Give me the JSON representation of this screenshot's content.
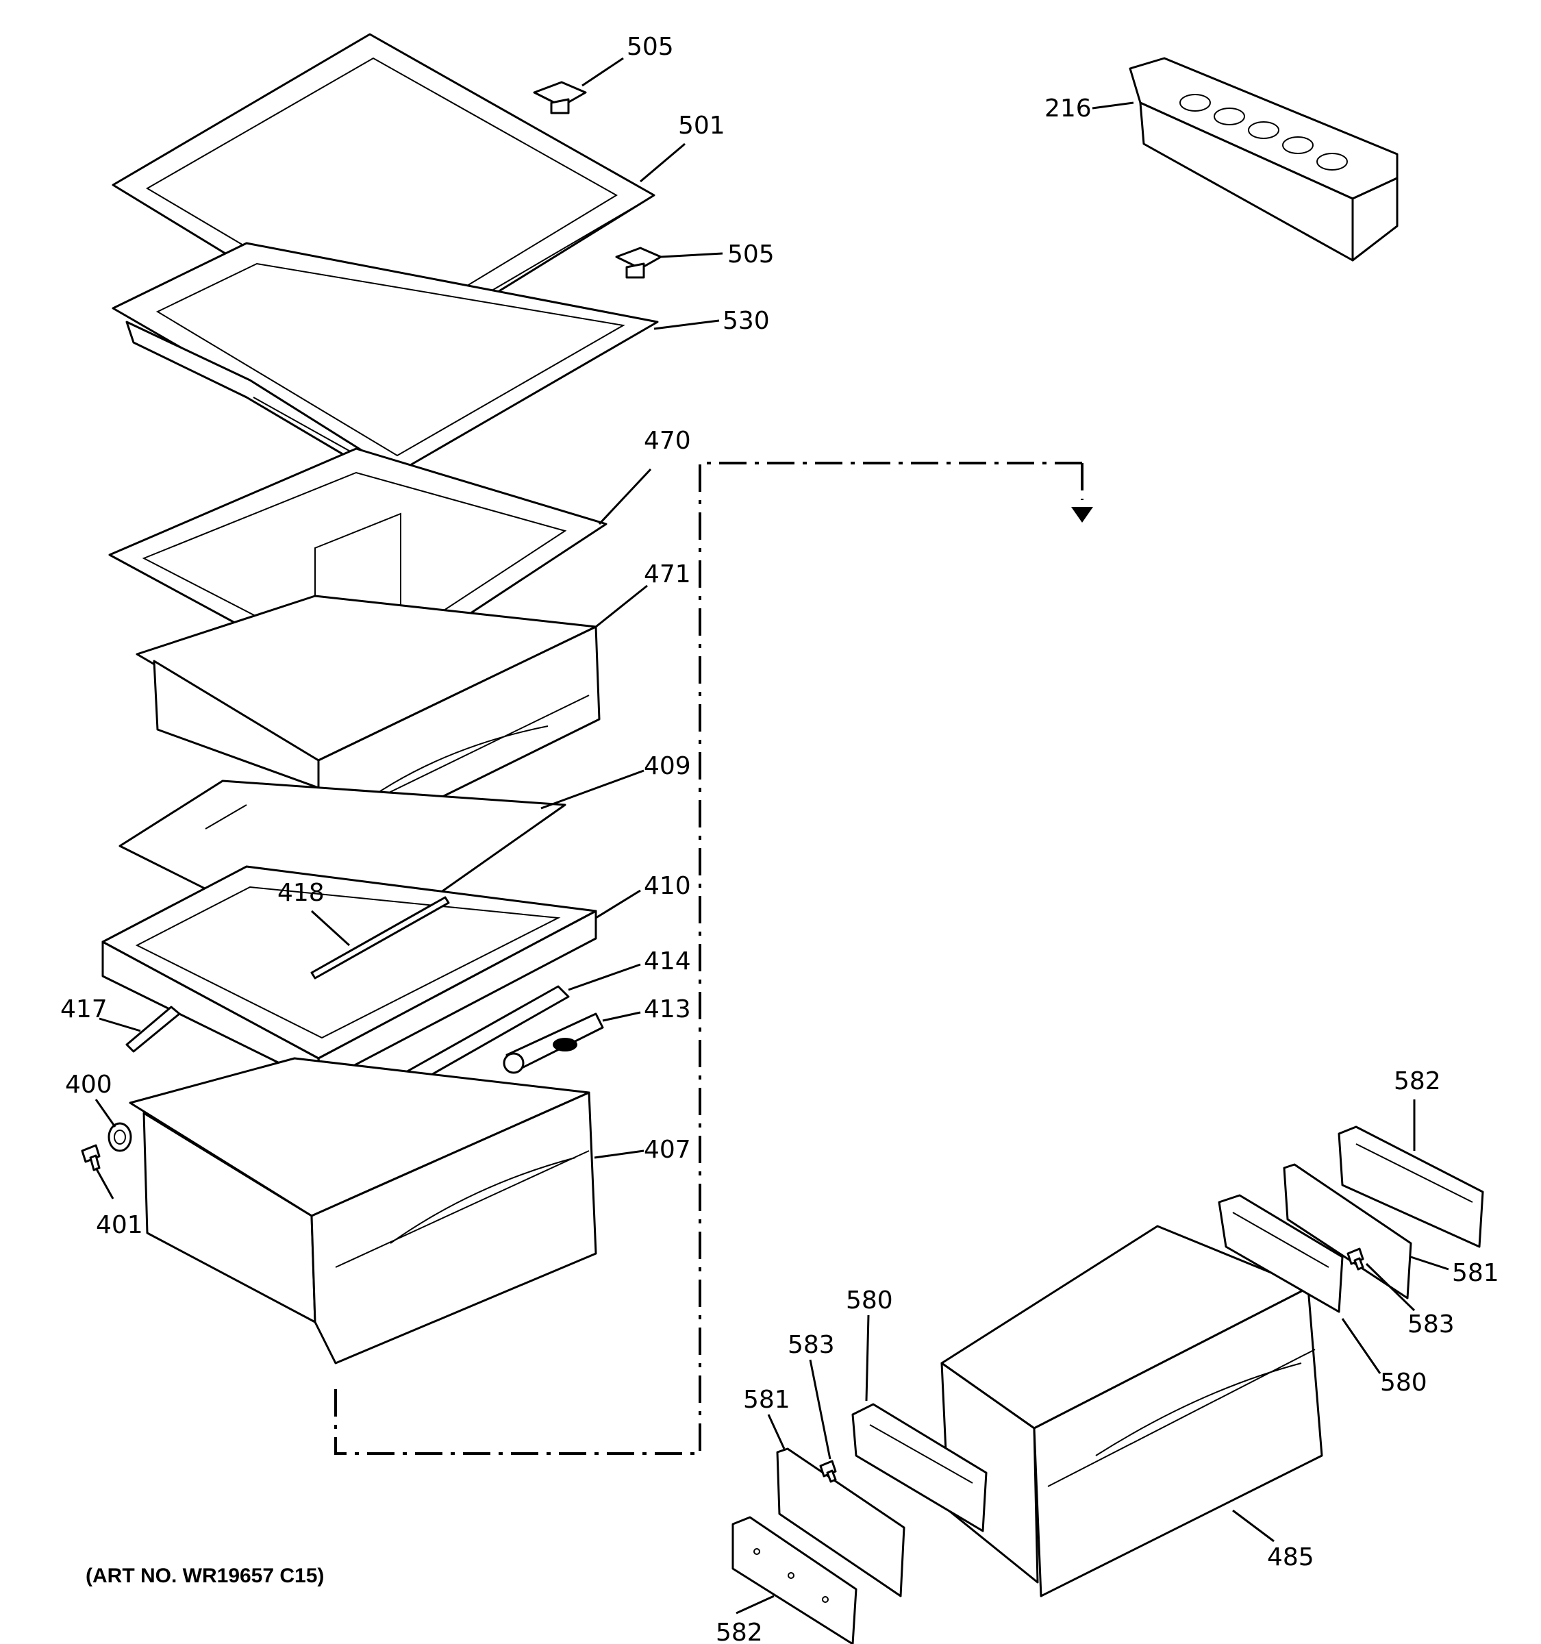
{
  "callouts": {
    "c505a": "505",
    "c501": "501",
    "c505b": "505",
    "c530": "530",
    "c216": "216",
    "c470": "470",
    "c471": "471",
    "c409": "409",
    "c418": "418",
    "c410": "410",
    "c414": "414",
    "c417": "417",
    "c413": "413",
    "c400": "400",
    "c407": "407",
    "c401": "401",
    "c582a": "582",
    "c581a": "581",
    "c583a": "583",
    "c580a": "580",
    "c580b": "580",
    "c583b": "583",
    "c581b": "581",
    "c582b": "582",
    "c485": "485"
  },
  "art_number": "(ART NO. WR19657 C15)"
}
